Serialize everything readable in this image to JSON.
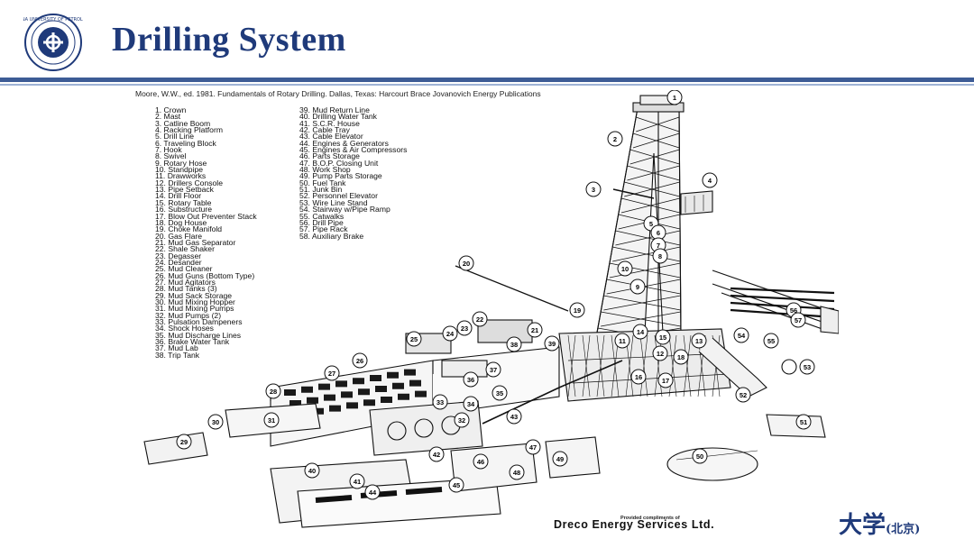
{
  "slide": {
    "title": "Drilling System",
    "citation": "Moore, W.W., ed. 1981. Fundamentals of Rotary Drilling. Dallas, Texas: Harcourt Brace Jovanovich Energy Publications",
    "credit_small": "Provided compliments of",
    "credit": "Dreco Energy Services  Ltd.",
    "watermark_big": "大学",
    "watermark_small": "(北京)"
  },
  "legend": {
    "col1": [
      "1. Crown",
      "2. Mast",
      "3. Catline Boom",
      "4. Racking Platform",
      "5. Drill Line",
      "6. Traveling Block",
      "7. Hook",
      "8. Swivel",
      "9. Rotary Hose",
      "10. Standpipe",
      "11. Drawworks",
      "12. Drillers Console",
      "13. Pipe Setback",
      "14. Drill Floor",
      "15. Rotary Table",
      "16. Substructure",
      "17. Blow Out Preventer Stack",
      "18. Dog House",
      "19. Choke Manifold",
      "20. Gas Flare",
      "21. Mud Gas Separator",
      "22. Shale Shaker",
      "23. Degasser",
      "24. Desander",
      "25. Mud Cleaner",
      "26. Mud Guns (Bottom Type)",
      "27. Mud Agitators",
      "28. Mud Tanks (3)",
      "29. Mud Sack Storage",
      "30. Mud Mixing Hopper",
      "31. Mud Mixing Pumps",
      "32. Mud Pumps (2)",
      "33. Pulsation Dampeners",
      "34. Shock Hoses",
      "35. Mud Discharge Lines",
      "36. Brake Water Tank",
      "37. Mud Lab",
      "38. Trip Tank"
    ],
    "col2": [
      "39. Mud Return Line",
      "40. Drilling Water Tank",
      "41. S.C.R. House",
      "42. Cable Tray",
      "43. Cable Elevator",
      "44. Engines & Generators",
      "45. Engines & Air Compressors",
      "46. Parts Storage",
      "47. B.O.P. Closing Unit",
      "48. Work Shop",
      "49. Pump Parts Storage",
      "50. Fuel Tank",
      "51. Junk Bin",
      "52. Personnel Elevator",
      "53. Wire Line Stand",
      "54. Stairway w/Pipe Ramp",
      "55. Catwalks",
      "56. Drill Pipe",
      "57. Pipe Rack",
      "58. Auxiliary Brake"
    ]
  },
  "callouts": [
    "1",
    "2",
    "3",
    "4",
    "5",
    "6",
    "7",
    "8",
    "9",
    "10",
    "11",
    "12",
    "13",
    "14",
    "15",
    "16",
    "17",
    "18",
    "19",
    "20",
    "21",
    "22",
    "23",
    "24",
    "25",
    "26",
    "27",
    "28",
    "29",
    "30",
    "31",
    "32",
    "33",
    "34",
    "35",
    "36",
    "37",
    "38",
    "39",
    "40",
    "41",
    "42",
    "43",
    "44",
    "45",
    "46",
    "47",
    "48",
    "49",
    "50",
    "51",
    "52",
    "53",
    "54",
    "55",
    "56",
    "57"
  ]
}
